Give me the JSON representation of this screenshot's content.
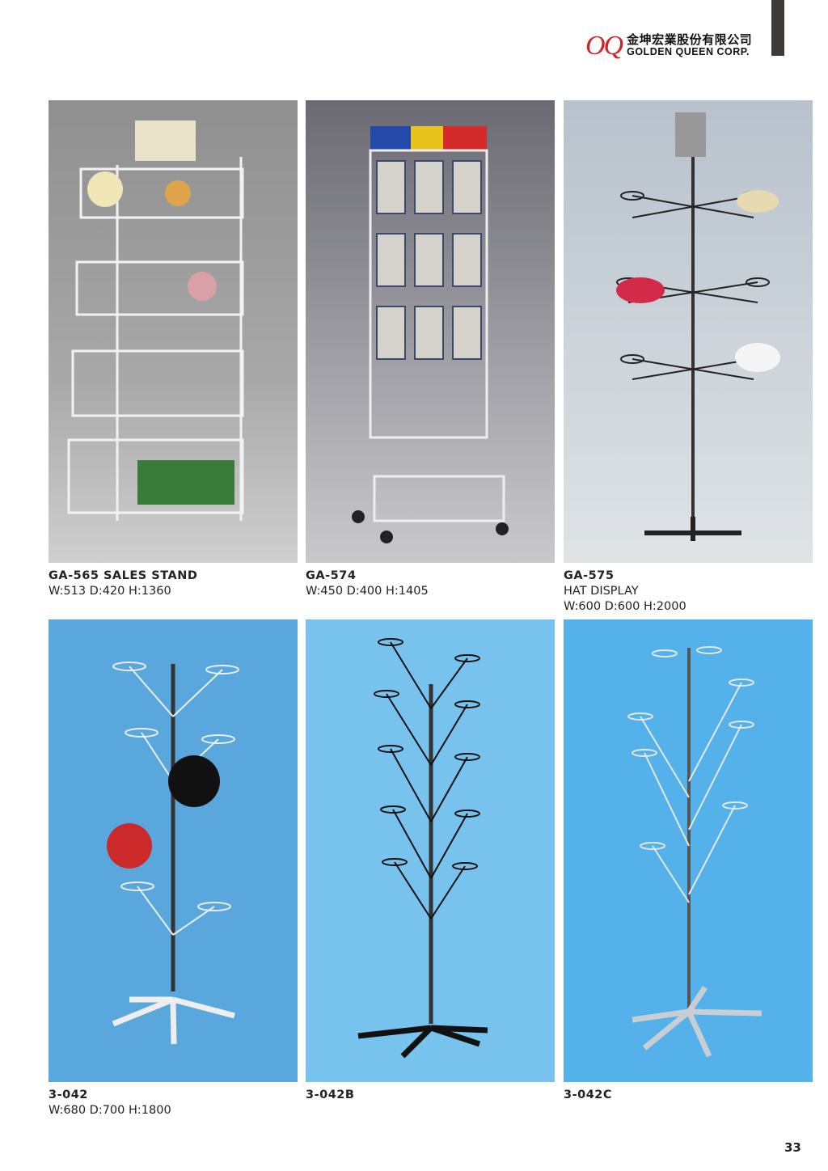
{
  "header": {
    "logo_mark": "OQ",
    "company_cn": "金坤宏業股份有限公司",
    "company_en": "GOLDEN QUEEN CORP."
  },
  "products": [
    {
      "code": "GA-565 SALES STAND",
      "lines": [
        "W:513 D:420 H:1360"
      ]
    },
    {
      "code": "GA-574",
      "lines": [
        "W:450 D:400 H:1405"
      ]
    },
    {
      "code": "GA-575",
      "lines": [
        "HAT DISPLAY",
        "W:600 D:600 H:2000"
      ]
    },
    {
      "code": "3-042",
      "lines": [
        "W:680 D:700 H:1800"
      ]
    },
    {
      "code": "3-042B",
      "lines": []
    },
    {
      "code": "3-042C",
      "lines": []
    }
  ],
  "page_number": "33"
}
